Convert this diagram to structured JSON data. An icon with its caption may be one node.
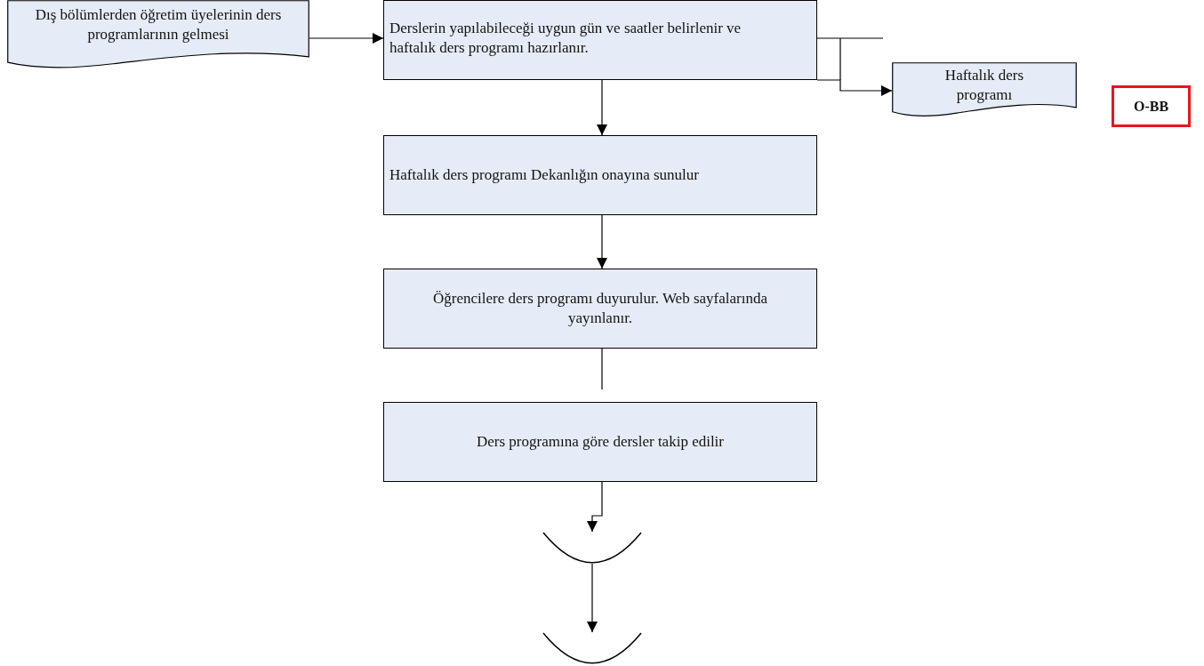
{
  "diagram": {
    "nodes": [
      {
        "text": [
          "Dış bölümlerden öğretim üyelerinin ders programlarının gelmesi"
        ]
      },
      {
        "text": [
          "Derslerin yapılabileceği uygun gün ve saatler belirlenir ve  haftalık ders programı hazırlanır."
        ]
      },
      {
        "text": [
          "Haftalık ders programı"
        ]
      },
      {
        "text": [
          "O-BB"
        ]
      },
      {
        "text": [
          "Haftalık ders programı Dekanlığın  onayına sunulur"
        ]
      },
      {
        "text": [
          "Öğrencilere ders programı duyurulur. Web sayfalarında   yayınlanır."
        ]
      },
      {
        "text": [
          "Ders programına göre dersler takip edilir"
        ]
      },
      {
        "text": [],
        "shape": "arc"
      },
      {
        "text": [],
        "shape": "arc"
      }
    ],
    "edges": [
      {
        "from": 0,
        "to": 1,
        "arrow": "to"
      },
      {
        "from": 1,
        "to": null,
        "arrow": "none"
      },
      {
        "from": 1,
        "to": 2,
        "arrow": "to"
      },
      {
        "from": 1,
        "to": 4,
        "arrow": "to"
      },
      {
        "from": 4,
        "to": 5,
        "arrow": "to"
      },
      {
        "from": 5,
        "to": 6,
        "arrow": "none"
      },
      {
        "from": 6,
        "to": 7,
        "arrow": "to"
      },
      {
        "from": 7,
        "to": 8,
        "arrow": "to"
      }
    ]
  }
}
